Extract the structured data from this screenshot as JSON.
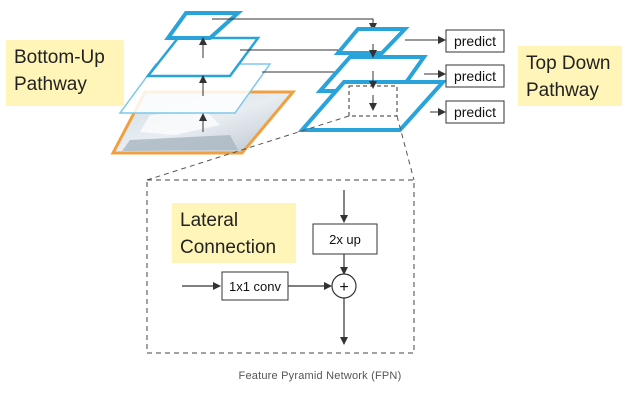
{
  "labels": {
    "bottom_up": [
      "Bottom-Up",
      "Pathway"
    ],
    "top_down": [
      "Top Down",
      "Pathway"
    ],
    "lateral": [
      "Lateral",
      "Connection"
    ]
  },
  "predict_labels": [
    "predict",
    "predict",
    "predict"
  ],
  "blocks": {
    "upsample": "2x up",
    "conv": "1x1 conv",
    "add": "+"
  },
  "caption": "Feature Pyramid Network (FPN)",
  "colors": {
    "feature_map_blue": "#2aa3da",
    "input_orange": "#f0a040",
    "note_background": "#fff5b8",
    "line": "#333333"
  }
}
